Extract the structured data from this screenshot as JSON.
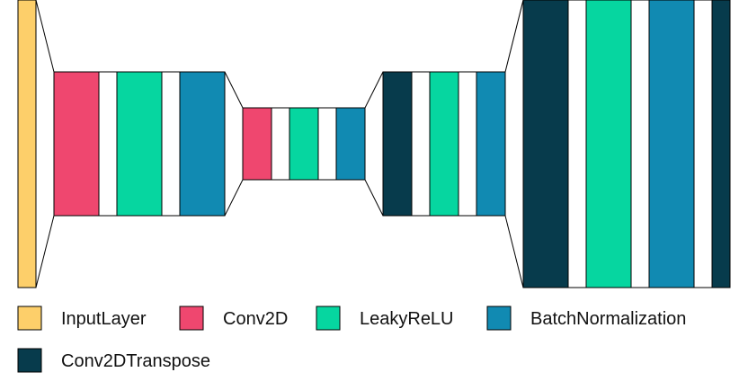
{
  "diagram": {
    "colors": {
      "InputLayer": "#FDCF6A",
      "Conv2D": "#EF476F",
      "LeakyReLU": "#06D6A0",
      "BatchNormalization": "#118AB2",
      "Conv2DTranspose": "#073B4C",
      "gap": "#FFFFFF",
      "outline": "#000000"
    },
    "blocks": [
      {
        "layers": [
          "InputLayer"
        ]
      },
      {
        "layers": [
          "Conv2D",
          "gap",
          "LeakyReLU",
          "gap",
          "BatchNormalization"
        ]
      },
      {
        "layers": [
          "Conv2D",
          "gap",
          "LeakyReLU",
          "gap",
          "BatchNormalization"
        ]
      },
      {
        "layers": [
          "Conv2DTranspose",
          "gap",
          "LeakyReLU",
          "gap",
          "BatchNormalization"
        ]
      },
      {
        "layers": [
          "Conv2DTranspose",
          "gap",
          "LeakyReLU",
          "gap",
          "BatchNormalization",
          "gap",
          "Conv2DTranspose"
        ]
      }
    ],
    "legend": [
      {
        "label": "InputLayer",
        "color": "#FDCF6A"
      },
      {
        "label": "Conv2D",
        "color": "#EF476F"
      },
      {
        "label": "LeakyReLU",
        "color": "#06D6A0"
      },
      {
        "label": "BatchNormalization",
        "color": "#118AB2"
      },
      {
        "label": "Conv2DTranspose",
        "color": "#073B4C"
      }
    ]
  }
}
